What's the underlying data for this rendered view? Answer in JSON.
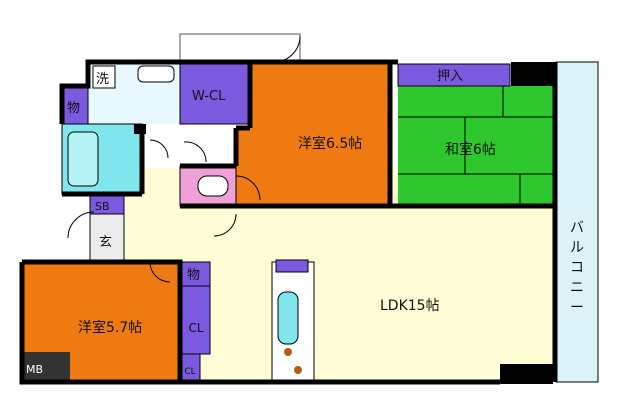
{
  "colors": {
    "wall": "#000000",
    "western_room": "#f07a12",
    "japanese_room": "#2ec82e",
    "ldk": "#fffdd6",
    "closet": "#7b5ae0",
    "bath": "#7fe6ee",
    "wc": "#f0a0d8",
    "entrance": "#ececec",
    "balcony": "#ddf2f8"
  },
  "rooms": {
    "western_65": "洋室6.5帖",
    "japanese_6": "和室6帖",
    "western_57": "洋室5.7帖",
    "ldk": "LDK15帖",
    "oshiire": "押入",
    "wcl": "W-CL",
    "cl": "CL",
    "cl_small": "CL",
    "mono_top": "物",
    "mono_mid": "物",
    "wash": "洗",
    "sb": "SB",
    "genkan": "玄",
    "mb": "MB"
  },
  "balcony_label": [
    "バ",
    "ル",
    "コ",
    "ニ",
    "ー"
  ]
}
